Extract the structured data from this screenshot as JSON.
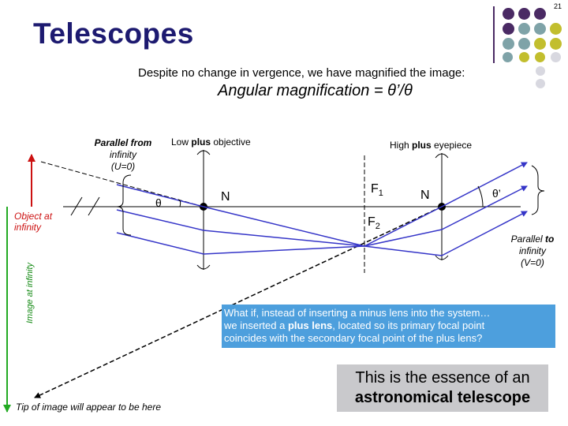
{
  "slide_number": "21",
  "title": "Telescopes",
  "subtitle": "Despite no change in vergence, we have magnified the image:",
  "angular_magnification": "Angular magnification = θ’/θ",
  "labels": {
    "parallel_from_bold": "Parallel from",
    "parallel_from_rest": "infinity",
    "parallel_from_u": "(U=0)",
    "objective_prefix": "Low ",
    "objective_bold": "plus",
    "objective_suffix": " objective",
    "eyepiece_prefix": "High ",
    "eyepiece_bold": "plus",
    "eyepiece_suffix": " eyepiece",
    "object_at_infinity": "Object at infinity",
    "image_at_infinity": "Image at infinity",
    "parallel_to_prefix": "Parallel ",
    "parallel_to_bold": "to",
    "parallel_to_rest": "infinity",
    "parallel_to_v": "(V=0)",
    "tip": "Tip of image will appear to be here",
    "theta": "θ",
    "theta_prime": "θ’",
    "n1": "N",
    "n2": "N",
    "f1": "F",
    "f1_sub": "1",
    "f2": "F",
    "f2_sub": "2"
  },
  "callout": {
    "line1": "What if, instead of inserting a minus lens into the system…",
    "line2_a": "we inserted a ",
    "line2_bold": "plus lens",
    "line2_b": ", located so its primary focal point",
    "line3": "coincides with the secondary focal point of the plus lens?"
  },
  "essence": {
    "line1": "This is the essence of an",
    "line2": "astronomical telescope"
  },
  "colors": {
    "title": "#1d1a70",
    "ray": "#3535c8",
    "object_arrow": "#cc1111",
    "image_arrow": "#22aa22",
    "callout_bg": "#4d9fdd",
    "essence_bg": "#c9c9cc",
    "dot_purple": "#4a2a64",
    "dot_teal": "#7fa3a8",
    "dot_olive": "#c2be2e",
    "dot_grey": "#d8d8e0"
  }
}
